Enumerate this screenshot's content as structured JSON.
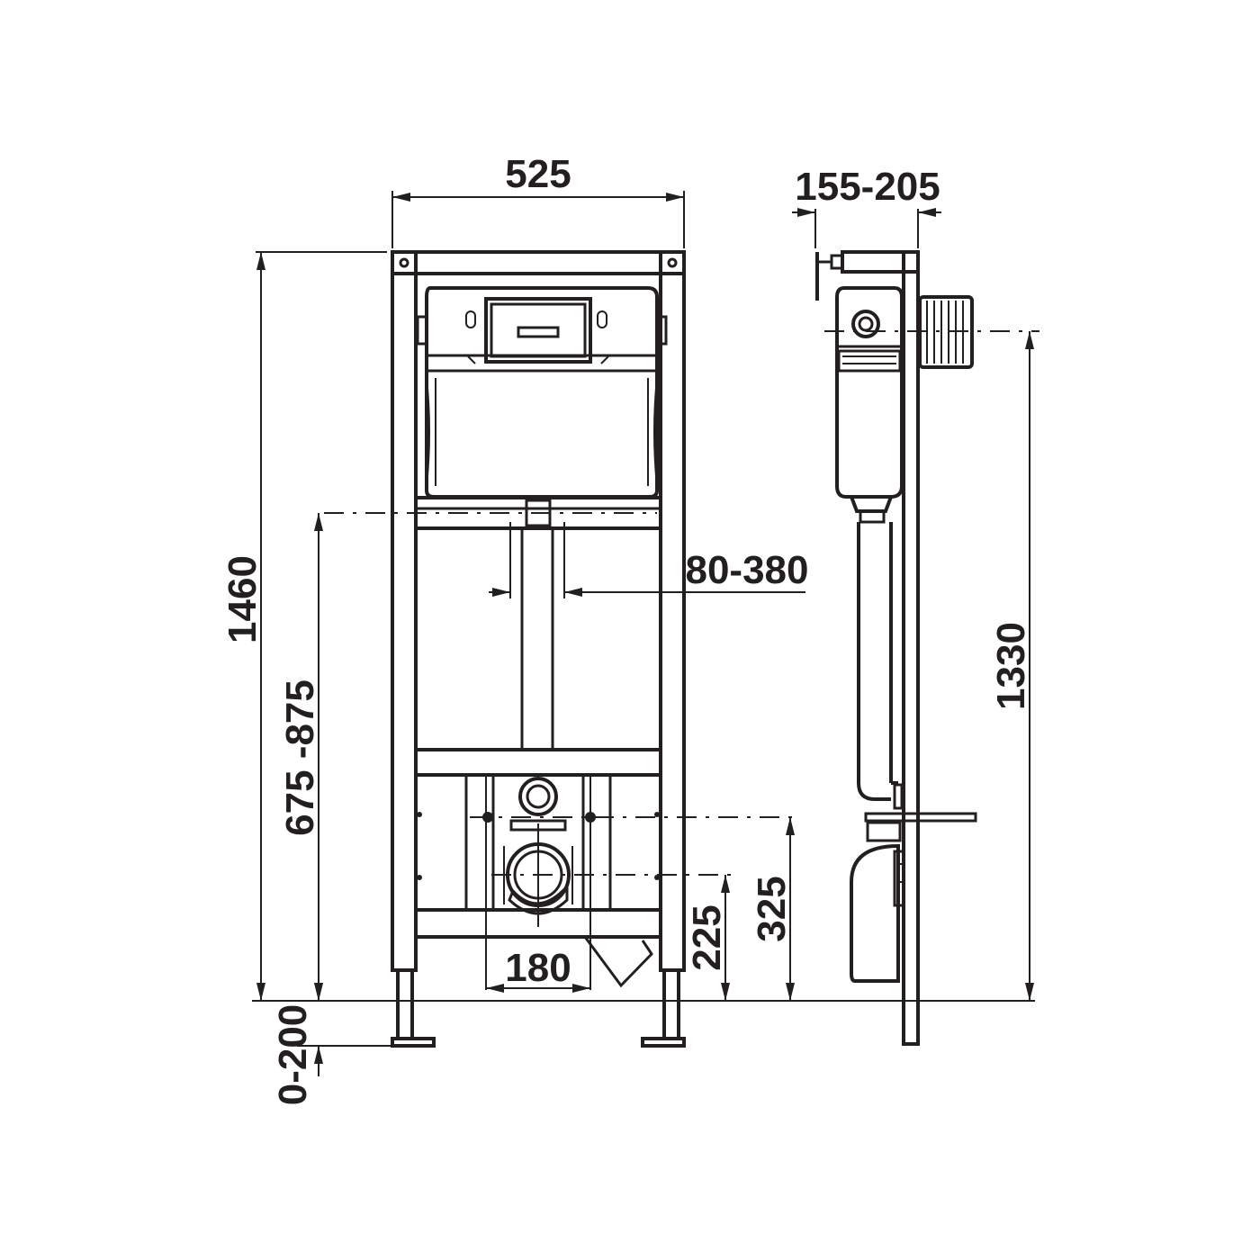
{
  "dimensions": {
    "width_total": "525",
    "depth_range": "155-205",
    "height_total": "1460",
    "height_right": "1330",
    "flush_height": "675 -875",
    "waste_spacing": "80-380",
    "bolt_spacing": "180",
    "drain_height": "225",
    "bolt_height": "325",
    "leg_adjust": "0-200"
  },
  "colors": {
    "ink": "#231f20",
    "background": "#ffffff"
  }
}
